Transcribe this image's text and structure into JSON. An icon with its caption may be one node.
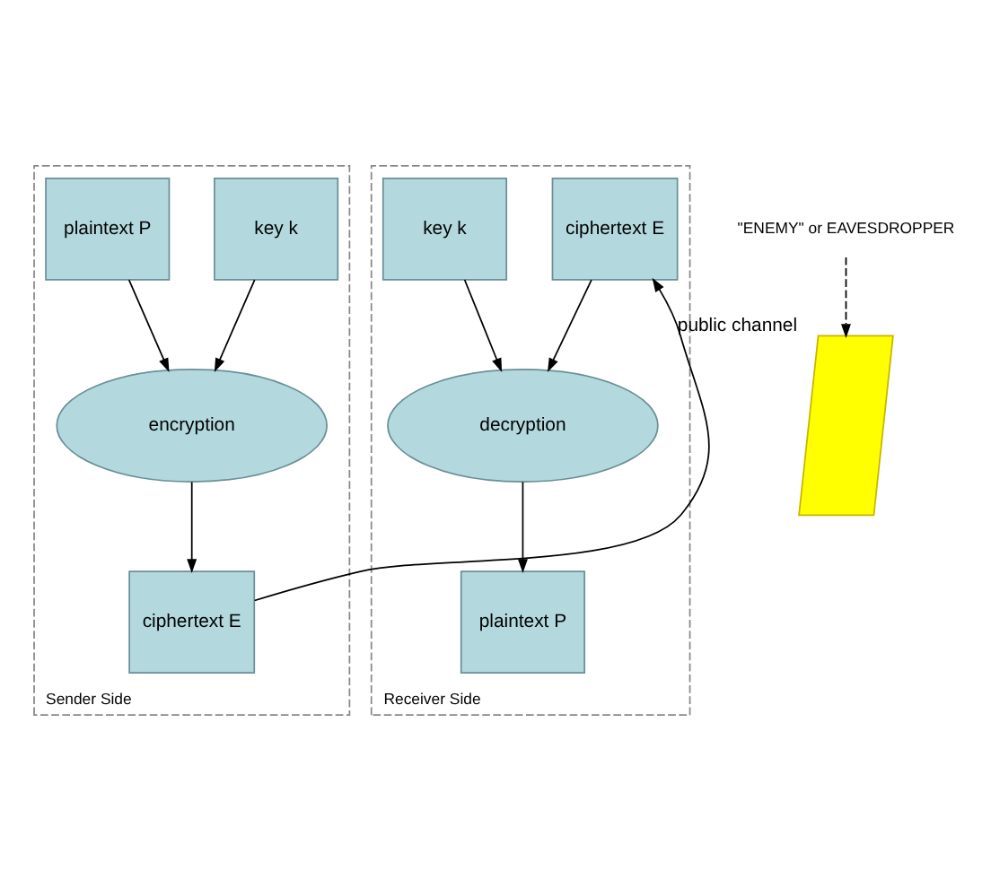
{
  "diagram": {
    "nodes": [
      {
        "text": [
          "Sender Side"
        ]
      },
      {
        "text": [
          "key k"
        ],
        "in": 0
      },
      {
        "text": [
          "plaintext P"
        ],
        "in": 0
      },
      {
        "text": [
          "encryption"
        ],
        "in": 0
      },
      {
        "text": [
          "ciphertext E"
        ],
        "in": 0
      },
      {
        "text": [
          "\"ENEMY\" or EAVESDROPPER"
        ]
      },
      {
        "text": [],
        "shape": "parallelogram",
        "beside": [
          "public channel"
        ]
      },
      {
        "text": [
          "Receiver Side"
        ]
      },
      {
        "text": [
          "ciphertext E"
        ],
        "in": 7
      },
      {
        "text": [
          "key k"
        ],
        "in": 7
      },
      {
        "text": [
          "decryption"
        ],
        "in": 7
      },
      {
        "text": [
          "plaintext P"
        ],
        "in": 7
      }
    ],
    "edges": [
      {
        "from": 1,
        "to": 3,
        "arrow": "to"
      },
      {
        "from": 2,
        "to": 3,
        "arrow": "to"
      },
      {
        "from": 3,
        "to": 4,
        "arrow": "to"
      },
      {
        "from": 4,
        "to": 8,
        "arrow": "to"
      },
      {
        "from": 5,
        "to": 6,
        "arrow": "to",
        "style": "dashed"
      },
      {
        "from": 8,
        "to": 10,
        "arrow": "to"
      },
      {
        "from": 9,
        "to": 10,
        "arrow": "to"
      },
      {
        "from": 10,
        "to": 11,
        "arrow": "to"
      }
    ]
  }
}
